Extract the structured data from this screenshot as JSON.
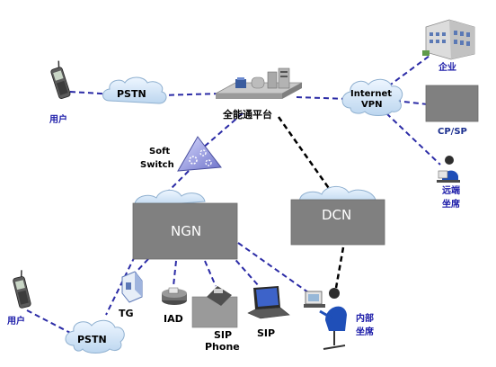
{
  "nodes": {
    "platform": "全能通平台",
    "internet_vpn_line1": "Internet",
    "internet_vpn_line2": "VPN",
    "enterprise": "企业",
    "cpsp": "CP/SP",
    "remote_seat_line1": "远端",
    "remote_seat_line2": "坐席",
    "user_top": "用户",
    "pstn_top": "PSTN",
    "softswitch_line1": "Soft",
    "softswitch_line2": "Switch",
    "ngn": "NGN",
    "dcn": "DCN",
    "user_bottom": "用户",
    "pstn_bottom": "PSTN",
    "tg": "TG",
    "iad": "IAD",
    "sip_phone_line1": "SIP",
    "sip_phone_line2": "Phone",
    "sip": "SIP",
    "internal_seat_line1": "内部",
    "internal_seat_line2": "坐席"
  },
  "colors": {
    "link": "#2b2ba6",
    "dcn_link": "#000000",
    "box": "#808080",
    "cloud": "#d7e7f7"
  },
  "icons": [
    "mobile-phone-icon",
    "server-rack-icon",
    "building-icon",
    "operator-icon",
    "softswitch-icon",
    "gateway-icon",
    "iad-icon",
    "sip-phone-icon",
    "laptop-icon"
  ]
}
